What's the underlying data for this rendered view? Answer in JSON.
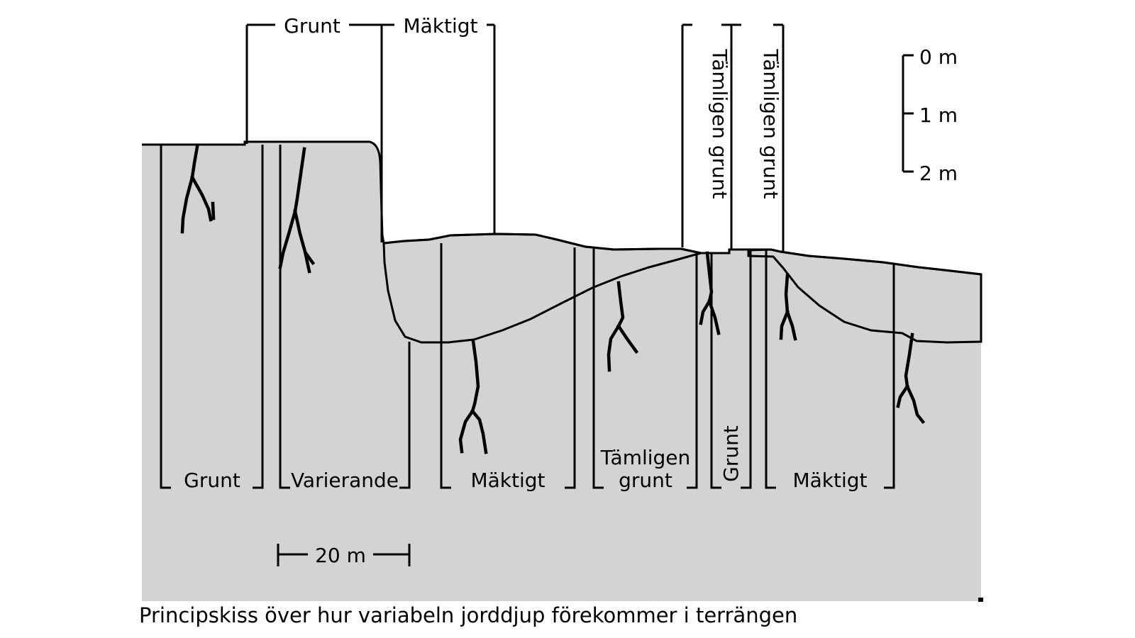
{
  "colors": {
    "background": "#ffffff",
    "bedrock_fill": "#d3d3d3",
    "soil_fill": "#999900",
    "line": "#000000"
  },
  "top_labels": {
    "grunt": "Grunt",
    "maktigt": "Mäktigt",
    "tamligen_grunt_1": "Tämligen grunt",
    "tamligen_grunt_2": "Tämligen grunt"
  },
  "depth_scale": {
    "ticks": [
      "0 m",
      "1 m",
      "2 m"
    ]
  },
  "bottom_labels": {
    "grunt": "Grunt",
    "varierande": "Varierande",
    "maktigt": "Mäktigt",
    "tamligen_grunt_line1": "Tämligen",
    "tamligen_grunt_line2": "grunt",
    "grunt_vertical": "Grunt",
    "maktigt_right": "Mäktigt"
  },
  "scale_bar": {
    "label": "20 m"
  },
  "caption": "Principskiss över hur variabeln jorddjup förekommer i terrängen"
}
